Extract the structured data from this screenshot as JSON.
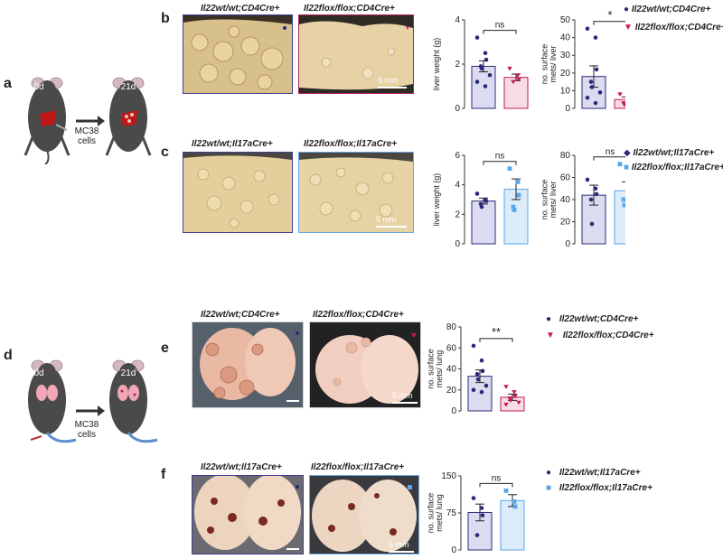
{
  "panels": {
    "a": "a",
    "b": "b",
    "c": "c",
    "d": "d",
    "e": "e",
    "f": "f"
  },
  "schematic": {
    "day_start": "0d",
    "day_end": "21d",
    "cells_line1": "MC38",
    "cells_line2": "cells"
  },
  "genotypes": {
    "wt_cd4": "Il22wt/wt;CD4Cre+",
    "flox_cd4": "Il22flox/flox;CD4Cre+",
    "wt_il17": "Il22wt/wt;Il17aCre+",
    "flox_il17": "Il22flox/flox;Il17aCre+"
  },
  "scale_bar": "5 mm",
  "colors": {
    "wt_cd4_marker": "#2b2a7a",
    "flox_cd4_marker": "#c2185b",
    "wt_il17_marker": "#2b2a7a",
    "flox_il17_marker": "#5aa6e6",
    "bar_wt": "#dcdcf0",
    "bar_flox_cd4": "#f7dce4",
    "bar_flox_il17": "#dcecfa"
  },
  "chart_data": [
    {
      "id": "b-liver-weight",
      "type": "bar",
      "ylabel": "liver weight (g)",
      "ylim": [
        0,
        4
      ],
      "yticks": [
        0,
        2,
        4
      ],
      "significance": "ns",
      "series": [
        {
          "name": "Il22wt/wt;CD4Cre+",
          "mean": 1.9,
          "sem": 0.25,
          "points": [
            3.2,
            2.5,
            2.2,
            1.9,
            1.8,
            1.5,
            1.2,
            1.0
          ],
          "marker": "circle"
        },
        {
          "name": "Il22flox/flox;CD4Cre+",
          "mean": 1.4,
          "sem": 0.15,
          "points": [
            1.8,
            1.5,
            1.3,
            1.2
          ],
          "marker": "triangle"
        }
      ]
    },
    {
      "id": "b-liver-mets",
      "type": "bar",
      "ylabel": "no. surface mets/ liver",
      "ylim": [
        0,
        50
      ],
      "yticks": [
        0,
        10,
        20,
        30,
        40,
        50
      ],
      "significance": "*",
      "series": [
        {
          "name": "Il22wt/wt;CD4Cre+",
          "mean": 18,
          "sem": 6,
          "points": [
            45,
            40,
            22,
            15,
            12,
            9,
            6,
            3
          ],
          "marker": "circle"
        },
        {
          "name": "Il22flox/flox;CD4Cre+",
          "mean": 5,
          "sem": 1.5,
          "points": [
            8,
            6,
            4,
            3,
            2
          ],
          "marker": "triangle"
        }
      ]
    },
    {
      "id": "c-liver-weight",
      "type": "bar",
      "ylabel": "liver weight (g)",
      "ylim": [
        0,
        6
      ],
      "yticks": [
        0,
        2,
        4,
        6
      ],
      "significance": "ns",
      "series": [
        {
          "name": "Il22wt/wt;Il17aCre+",
          "mean": 2.9,
          "sem": 0.2,
          "points": [
            3.4,
            3.0,
            2.9,
            2.7,
            2.5
          ],
          "marker": "circle"
        },
        {
          "name": "Il22flox/flox;Il17aCre+",
          "mean": 3.7,
          "sem": 0.7,
          "points": [
            5.1,
            4.2,
            3.3,
            2.5,
            2.3
          ],
          "marker": "square"
        }
      ]
    },
    {
      "id": "c-liver-mets",
      "type": "bar",
      "ylabel": "no. surface mets/ liver",
      "ylim": [
        0,
        80
      ],
      "yticks": [
        0,
        20,
        40,
        60,
        80
      ],
      "significance": "ns",
      "series": [
        {
          "name": "Il22wt/wt;Il17aCre+",
          "mean": 44,
          "sem": 9,
          "points": [
            58,
            50,
            45,
            40,
            18
          ],
          "marker": "circle"
        },
        {
          "name": "Il22flox/flox;Il17aCre+",
          "mean": 48,
          "sem": 8,
          "points": [
            72,
            60,
            50,
            40,
            35,
            30
          ],
          "marker": "square"
        }
      ]
    },
    {
      "id": "e-lung-mets",
      "type": "bar",
      "ylabel": "no. surface mets/ lung",
      "ylim": [
        0,
        80
      ],
      "yticks": [
        0,
        20,
        40,
        60,
        80
      ],
      "significance": "**",
      "series": [
        {
          "name": "Il22wt/wt;CD4Cre+",
          "mean": 33,
          "sem": 6,
          "points": [
            62,
            48,
            38,
            35,
            30,
            24,
            20,
            18
          ],
          "marker": "circle"
        },
        {
          "name": "Il22flox/flox;CD4Cre+",
          "mean": 13,
          "sem": 3,
          "points": [
            23,
            18,
            14,
            12,
            10,
            8,
            6
          ],
          "marker": "triangle"
        }
      ]
    },
    {
      "id": "f-lung-mets",
      "type": "bar",
      "ylabel": "no. surface mets/ lung",
      "ylim": [
        0,
        150
      ],
      "yticks": [
        0,
        75,
        150
      ],
      "significance": "ns",
      "series": [
        {
          "name": "Il22wt/wt;Il17aCre+",
          "mean": 76,
          "sem": 17,
          "points": [
            105,
            85,
            70,
            30
          ],
          "marker": "circle"
        },
        {
          "name": "Il22flox/flox;Il17aCre+",
          "mean": 100,
          "sem": 12,
          "points": [
            120,
            98,
            88
          ],
          "marker": "square"
        }
      ]
    }
  ]
}
